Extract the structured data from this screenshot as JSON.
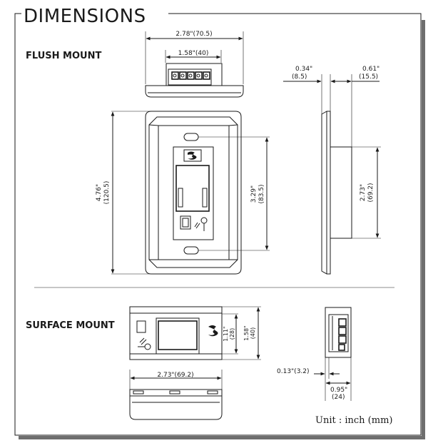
{
  "title": "DIMENSIONS",
  "sections": {
    "flush": "FLUSH MOUNT",
    "surface": "SURFACE MOUNT"
  },
  "unit_note": "Unit : inch (mm)",
  "flush_mount": {
    "overall_width": "2.78\"(70.5)",
    "terminal_width": "1.58\"(40)",
    "height_in": "4.76\"",
    "height_mm": "(120.5)",
    "hole_spacing_in": "3.29\"",
    "hole_spacing_mm": "(83.5)",
    "plate_depth_in": "0.34\"",
    "plate_depth_mm": "(8.5)",
    "body_depth_in": "0.61\"",
    "body_depth_mm": "(15.5)",
    "body_height_in": "2.73\"",
    "body_height_mm": "(69.2)"
  },
  "surface_mount": {
    "width": "2.73\"(69.2)",
    "inner_height_in": "1.11\"",
    "inner_height_mm": "(28)",
    "height_in": "1.58\"",
    "height_mm": "(40)",
    "flange": "0.13\"(3.2)",
    "depth_in": "0.95\"",
    "depth_mm": "(24)"
  },
  "colors": {
    "ink": "#1a1a1a",
    "shadow": "#6e6e6e",
    "background": "#ffffff"
  }
}
